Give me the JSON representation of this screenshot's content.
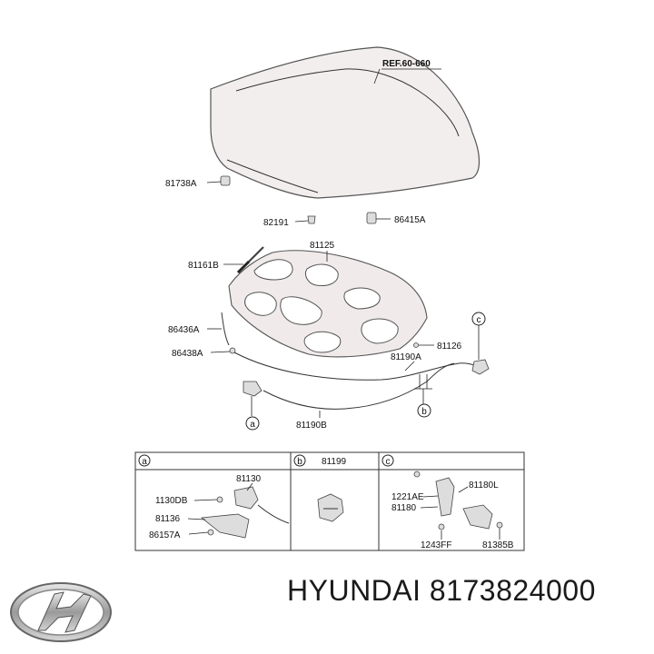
{
  "diagram": {
    "ref_label": "REF.60-660",
    "parts": {
      "p81738A": "81738A",
      "p82191": "82191",
      "p86415A": "86415A",
      "p81125": "81125",
      "p81161B": "81161B",
      "p86436A": "86436A",
      "p86438A": "86438A",
      "p81190A": "81190A",
      "p81126": "81126",
      "p81190B": "81190B"
    },
    "callouts": {
      "a": "a",
      "b": "b",
      "c": "c"
    },
    "detail_a": {
      "header": "a",
      "labels": {
        "l81130": "81130",
        "l1130DB": "1130DB",
        "l81136": "81136",
        "l86157A": "86157A"
      }
    },
    "detail_b": {
      "header": "b",
      "labels": {
        "l81199": "81199"
      }
    },
    "detail_c": {
      "header": "c",
      "labels": {
        "l81180L": "81180L",
        "l1221AE": "1221AE",
        "l81180": "81180",
        "l1243FF": "1243FF",
        "l81385B": "81385B"
      }
    }
  },
  "caption": {
    "brand": "HYUNDAI",
    "part_number": "8173824000"
  }
}
